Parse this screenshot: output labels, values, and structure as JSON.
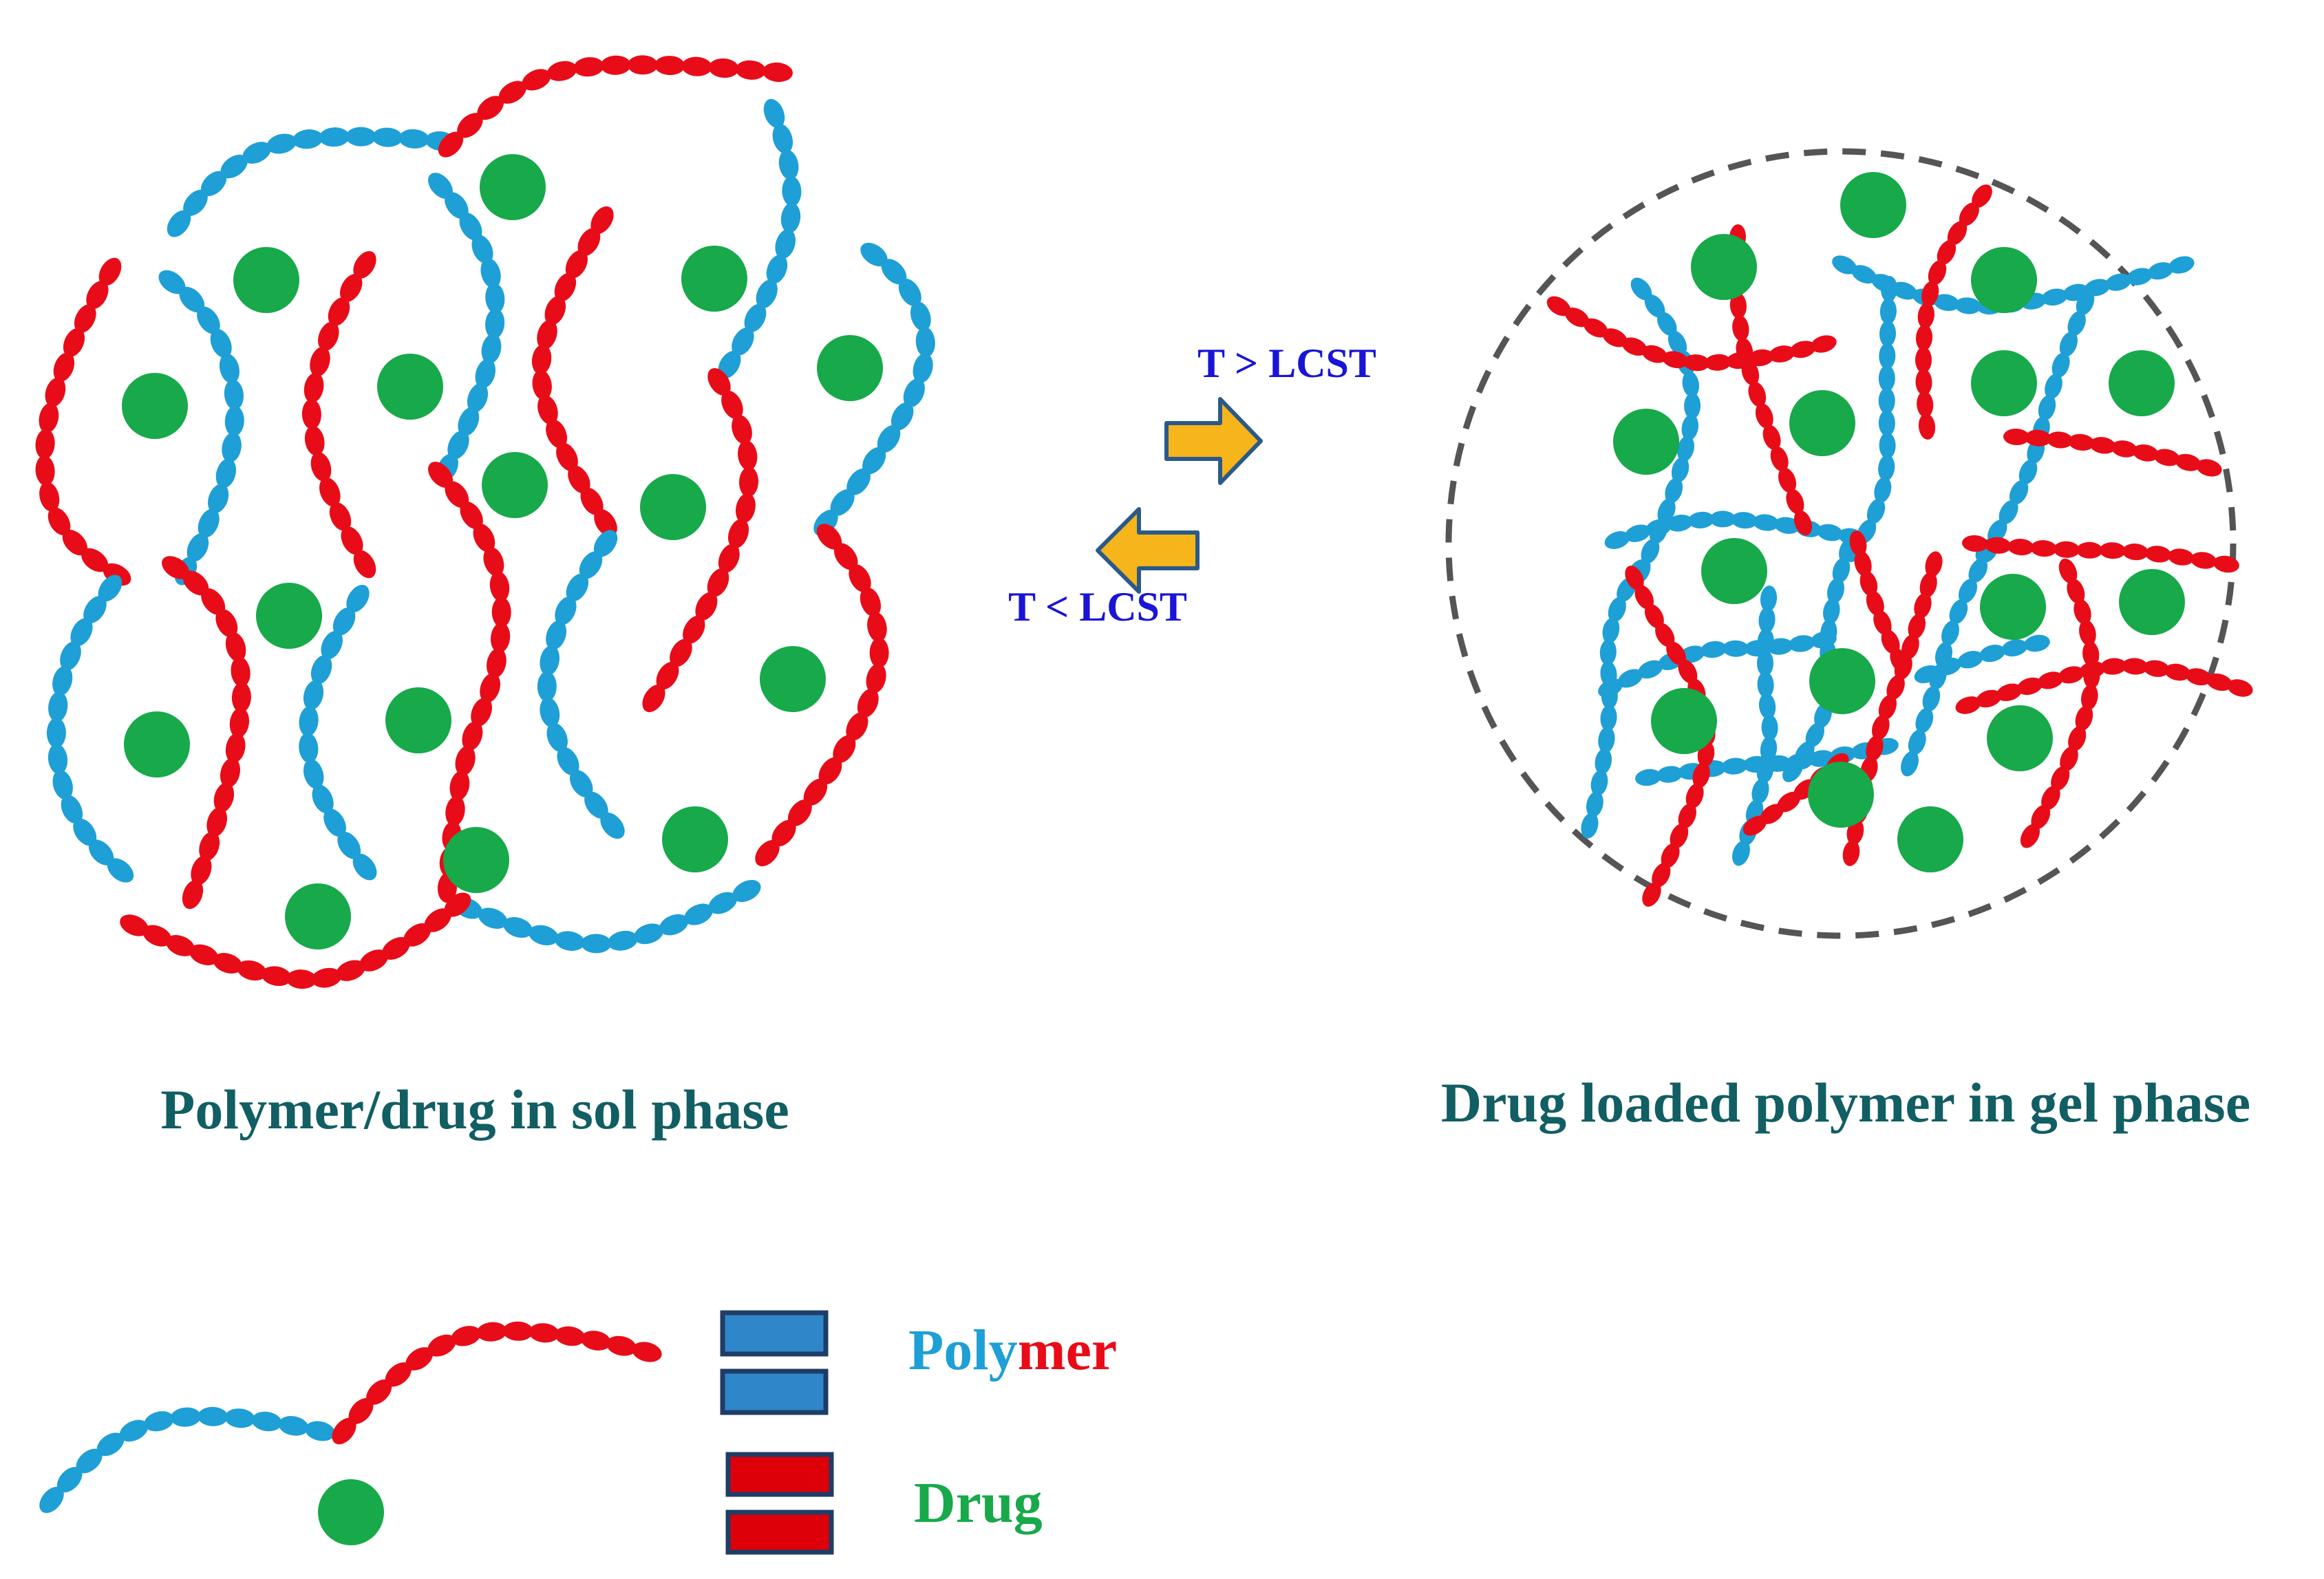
{
  "colors": {
    "polymer_blue": "#1E9FD6",
    "polymer_red": "#E80C18",
    "drug_green": "#17A94A",
    "label_teal": "#115E63",
    "arrow_fill": "#F6B51A",
    "arrow_stroke": "#2C5A88",
    "lcst_text": "#1A14D6",
    "legend_box_blue": "#2F86C8",
    "legend_box_red": "#DD0008",
    "legend_box_border": "#1F3D66",
    "dashed_circle": "#555555"
  },
  "transition": {
    "forward_label": "T > LCST",
    "reverse_label": "T < LCST"
  },
  "sol_phase": {
    "caption": "Polymer/drug in sol phase"
  },
  "gel_phase": {
    "caption": "Drug loaded polymer in gel phase"
  },
  "legend": {
    "polymer_label_part1": "Poly",
    "polymer_label_part2": "mer",
    "drug_label": "Drug"
  }
}
